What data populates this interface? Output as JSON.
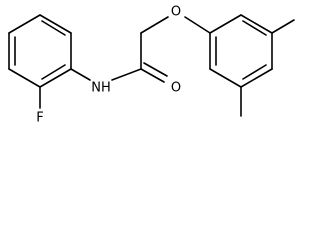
{
  "molecule": {
    "atom_labels": {
      "oxygen_ether": "O",
      "oxygen_carbonyl": "O",
      "nitrogen_amide": "NH",
      "fluorine": "F"
    }
  },
  "colors": {
    "bond": "#000000",
    "label": "#000000",
    "background": "#ffffff"
  }
}
